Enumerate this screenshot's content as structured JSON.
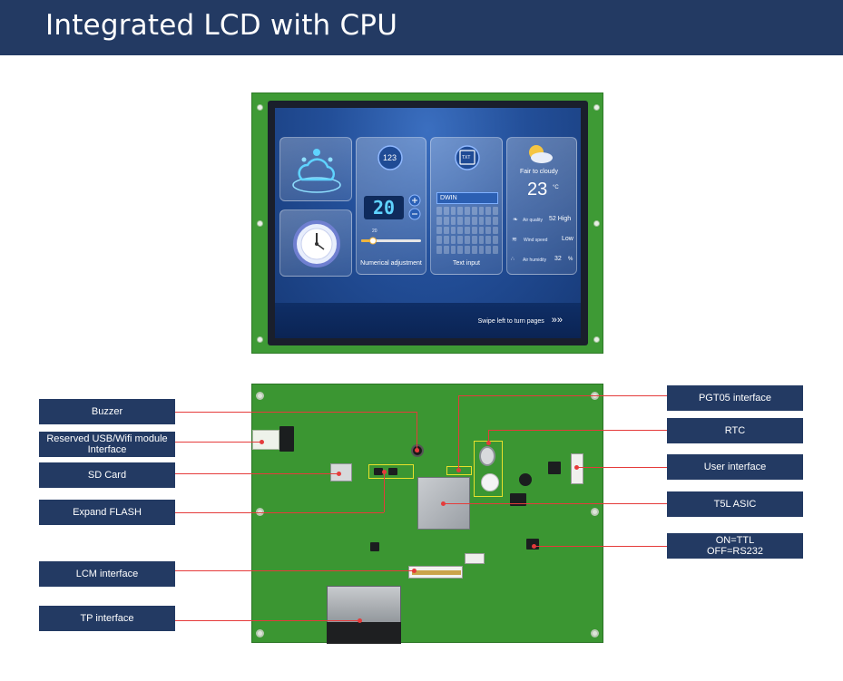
{
  "header": {
    "title": "Integrated LCD with CPU",
    "background": "#233a63"
  },
  "screen": {
    "weather_title": "Fair to cloudy",
    "temperature": "23",
    "temp_unit": "°C",
    "air_quality_label": "Air quality",
    "air_quality_value": "52 High",
    "wind_label": "Wind speed",
    "wind_value": "Low",
    "humidity_label": "Air humidity",
    "humidity_value": "32",
    "humidity_unit": "%",
    "num_badge": "123",
    "num_value": "20",
    "slider_value": "20",
    "numerical_label": "Numerical adjustment",
    "txt_badge": "TXT",
    "input_value": "DWIN",
    "text_label": "Text input",
    "swipe_text": "Swipe left to turn pages"
  },
  "labels": {
    "buzzer": "Buzzer",
    "usb_wifi": "Reserved USB/Wifi module Interface",
    "sd_card": "SD Card",
    "expand_flash": "Expand FLASH",
    "lcm": "LCM interface",
    "tp": "TP interface",
    "pgt05": "PGT05 interface",
    "rtc": "RTC",
    "user": "User interface",
    "asic": "T5L ASIC",
    "ttl": "ON=TTL",
    "rs232": "OFF=RS232"
  },
  "colors": {
    "label_bg": "#233a63",
    "pointer": "#e53b3b",
    "pcb_green": "#3b9632"
  }
}
